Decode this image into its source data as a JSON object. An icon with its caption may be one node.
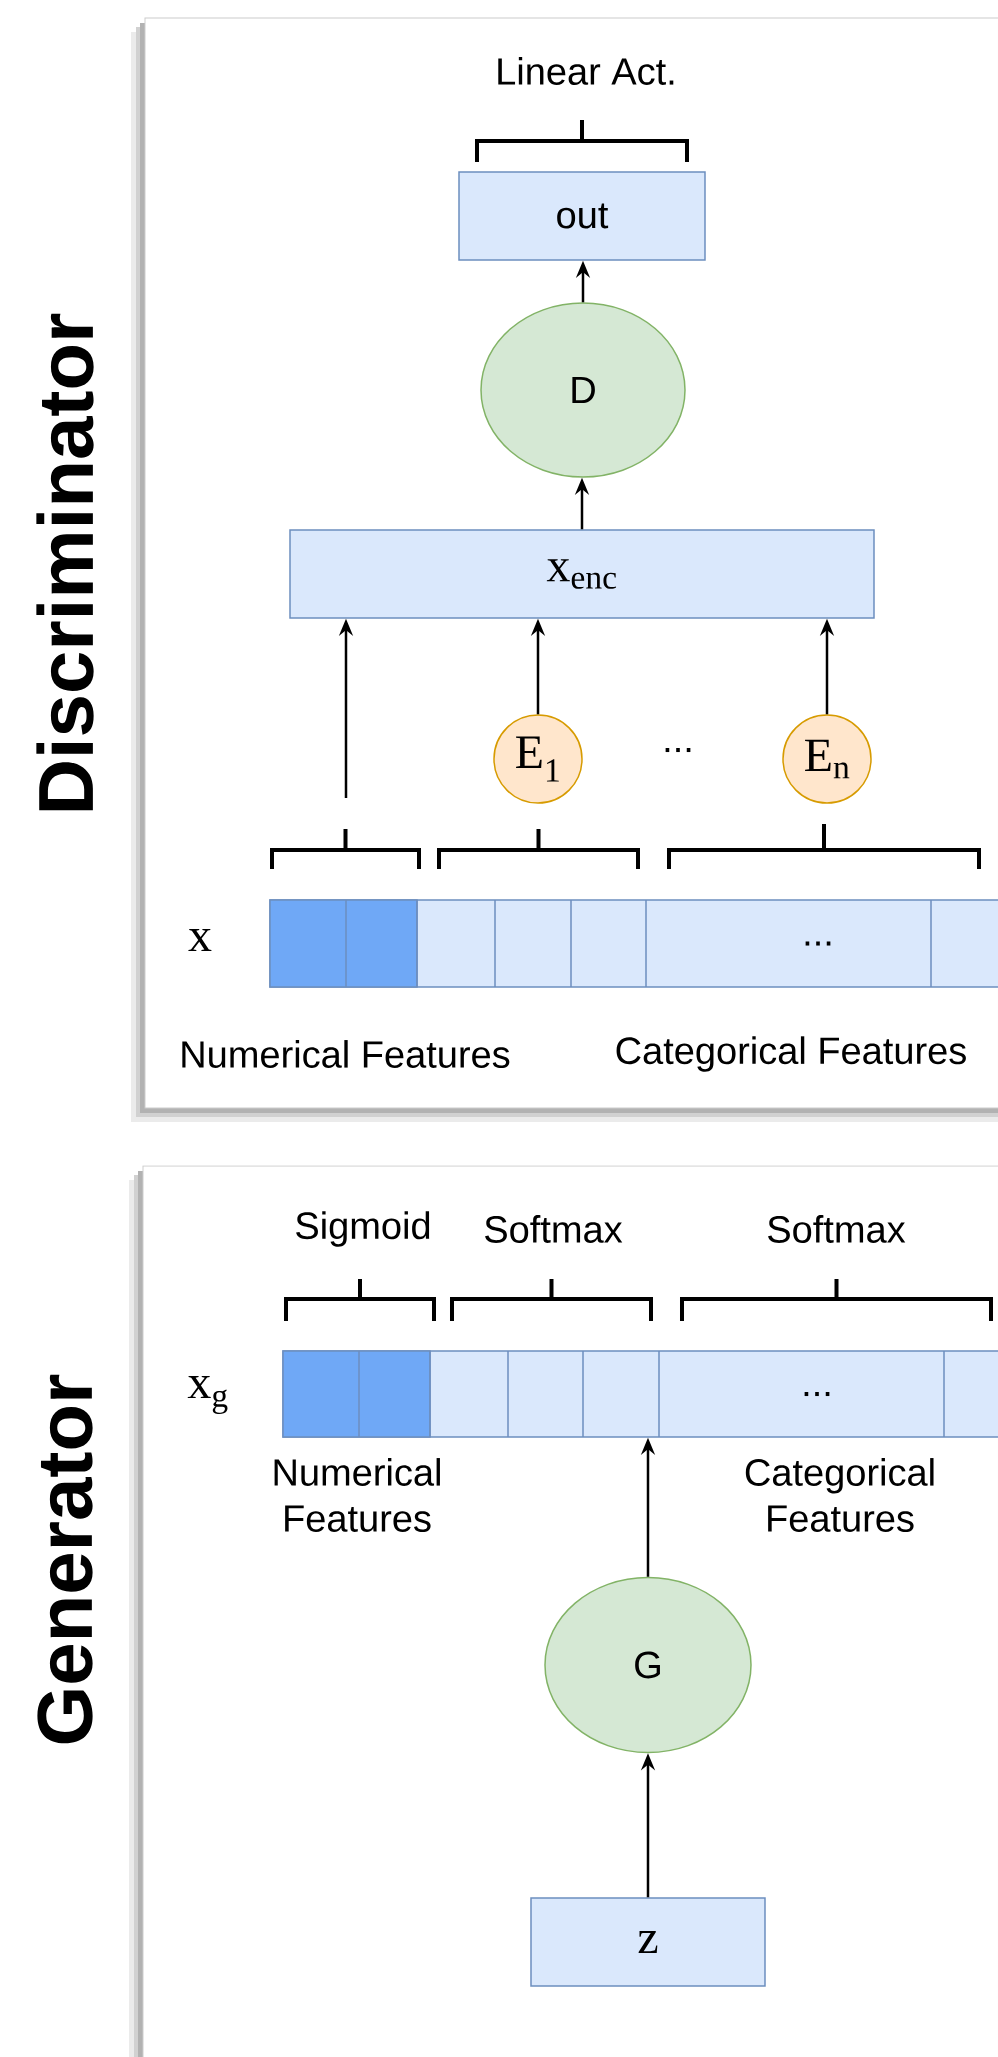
{
  "diagram": {
    "nodes": [
      {
        "text": [
          "Discriminator"
        ]
      },
      {
        "text": [
          "out"
        ],
        "in": 0,
        "beside": [
          "Linear Act."
        ]
      },
      {
        "text": [
          "D"
        ],
        "in": 0
      },
      {
        "text": [
          "x$_{enc}$"
        ],
        "in": 0
      },
      {
        "text": [
          "E$_{1}$"
        ],
        "in": 0
      },
      {
        "text": [
          "E$_{n}$"
        ],
        "in": 0
      },
      {
        "text": [
          "..."
        ],
        "in": 0,
        "beside": [
          "x"
        ]
      },
      {
        "text": [
          "Generator"
        ]
      },
      {
        "text": [
          "..."
        ],
        "in": 7,
        "beside": [
          "x$_{g}$"
        ]
      },
      {
        "text": [
          "G"
        ],
        "in": 7
      },
      {
        "text": [
          "z"
        ],
        "in": 7
      }
    ],
    "edges": [
      {
        "from": 2,
        "to": 1,
        "arrow": "to"
      },
      {
        "from": 3,
        "to": 2,
        "arrow": "to"
      },
      {
        "from": null,
        "to": 3,
        "arrow": "to"
      },
      {
        "from": 4,
        "to": 3,
        "arrow": "to"
      },
      {
        "from": 5,
        "to": 3,
        "arrow": "to"
      },
      {
        "from": 9,
        "to": 8,
        "arrow": "to"
      },
      {
        "from": 10,
        "to": 9,
        "arrow": "to"
      }
    ],
    "labels": [
      "...",
      "Numerical Features",
      "Categorical Features",
      "Sigmoid",
      "Softmax",
      "Softmax",
      "Numerical Features",
      "Categorical Features"
    ]
  }
}
